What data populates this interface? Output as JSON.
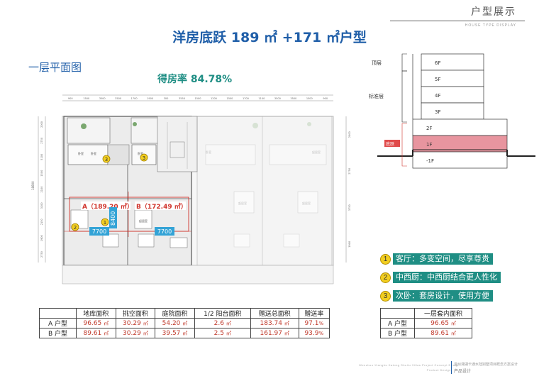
{
  "header": {
    "title": "户型展示",
    "subtitle": "HOUSE TYPE DISPLAY"
  },
  "main_title": "洋房底跃 189 ㎡ +171 ㎡户型",
  "section_title": "一层平面图",
  "ratio_label": "得房率 84.78%",
  "plan": {
    "unit_a_label": "A（189.20 ㎡）",
    "unit_b_label": "B（172.49 ㎡）",
    "dim_a": "7700",
    "dim_b": "7700",
    "dim_v": "8400",
    "markers": [
      "1",
      "2",
      "3",
      "3"
    ],
    "top_dims": [
      "900",
      "1500",
      "3500",
      "3500",
      "1700",
      "1900",
      "300",
      "3550",
      "1500",
      "1200",
      "1500",
      "1700",
      "1100",
      "3500",
      "3500",
      "1500",
      "900"
    ],
    "left_dims": [
      "2000",
      "2750",
      "5100",
      "1500",
      "2100",
      "3100",
      "2150",
      "1900",
      "2750"
    ],
    "right_dims": [
      "2000",
      "2750",
      "3750",
      "1900"
    ],
    "left_total": "18800",
    "room_labels": [
      "卧室",
      "卧室",
      "卧室",
      "卧室",
      "起居室",
      "起居室",
      "起居室",
      "起居室"
    ]
  },
  "section": {
    "floors": [
      "6F",
      "5F",
      "4F",
      "3F",
      "2F",
      "1F",
      "-1F"
    ],
    "label_top": "顶层",
    "label_std": "标准层",
    "label_cur": "底跃",
    "highlight_color": "#e8959f"
  },
  "features": [
    {
      "num": "1",
      "text": "客厅：多变空间，尽享尊贵"
    },
    {
      "num": "2",
      "text": "中西厨：中西厨结合更人性化"
    },
    {
      "num": "3",
      "text": "次卧：套房设计，使用方便"
    }
  ],
  "table_main": {
    "headers": [
      "",
      "地库面积",
      "挑空面积",
      "庭院面积",
      "1/2 阳台面积",
      "赠送总面积",
      "赠送率"
    ],
    "rows": [
      {
        "name": "A 户型",
        "cells": [
          "96.65",
          "30.29",
          "54.20",
          "2.6",
          "183.74",
          "97.1"
        ]
      },
      {
        "name": "B 户型",
        "cells": [
          "89.61",
          "30.29",
          "39.57",
          "2.5",
          "161.97",
          "93.9"
        ]
      }
    ],
    "unit_sqm": "㎡",
    "unit_pct": "%"
  },
  "table_side": {
    "headers": [
      "",
      "一层套内面积"
    ],
    "rows": [
      {
        "name": "A 户型",
        "cell": "96.65"
      },
      {
        "name": "B 户型",
        "cell": "89.61"
      }
    ],
    "unit_sqm": "㎡"
  },
  "footer": {
    "en_line1": "Wenzhou Xianghu Katong Shuilu Villas Project Concept Design",
    "en_line2": "Product Design",
    "cn_line1": "温州湘湖卡通水陆别墅项目概念方案设计",
    "cn_line2": "产品设计"
  }
}
